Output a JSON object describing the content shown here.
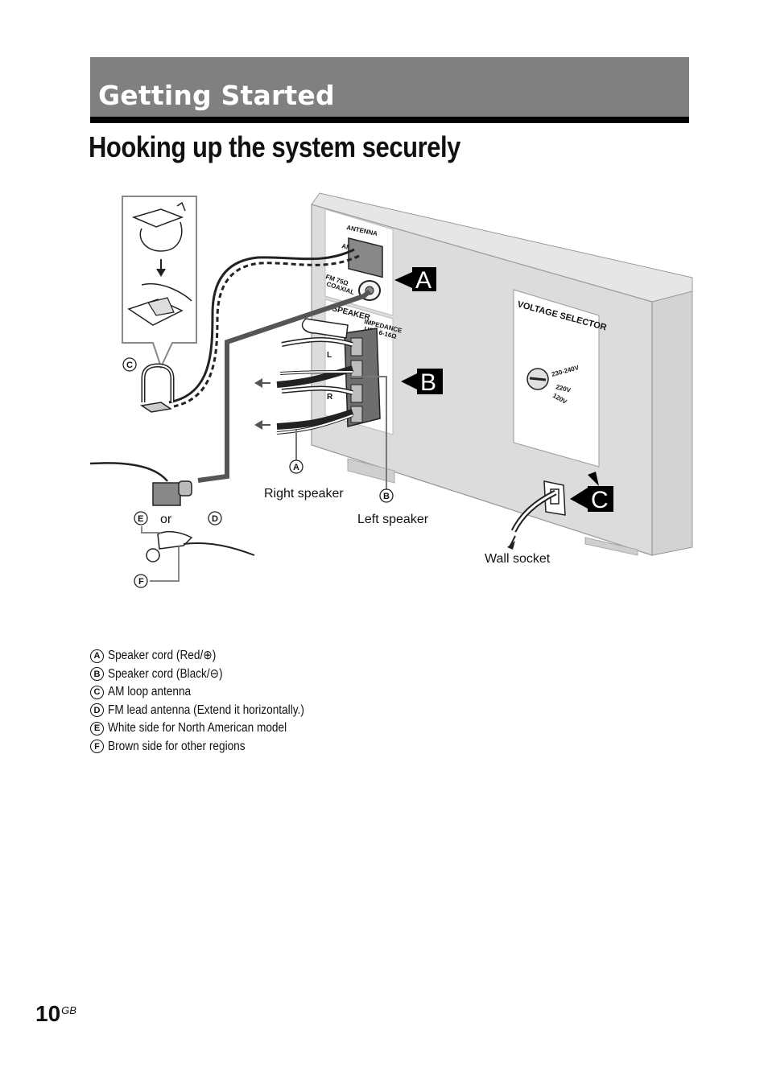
{
  "section": {
    "title": "Getting Started"
  },
  "heading": "Hooking up the system securely",
  "panel_labels": {
    "antenna": "ANTENNA",
    "am": "AM",
    "fm": "FM 75Ω",
    "coaxial": "COAXIAL",
    "speaker": "SPEAKER",
    "impedance": "IMPEDANCE",
    "impedance_value": "USE 6-16Ω",
    "l": "L",
    "r": "R",
    "voltage_selector": "VOLTAGE SELECTOR",
    "v1": "230-240V",
    "v2": "220V",
    "v3": "120V"
  },
  "step_letters": {
    "a": "A",
    "b": "B",
    "c": "C"
  },
  "callout_letters": {
    "a": "A",
    "b": "B",
    "c": "C",
    "d": "D",
    "e": "E",
    "f": "F"
  },
  "diagram_labels": {
    "right_speaker": "Right speaker",
    "left_speaker": "Left speaker",
    "wall_socket": "Wall socket",
    "or": "or"
  },
  "legend": [
    {
      "marker": "A",
      "text": "Speaker cord (Red/⊕)"
    },
    {
      "marker": "B",
      "text": "Speaker cord (Black/⊖)"
    },
    {
      "marker": "C",
      "text": "AM loop antenna"
    },
    {
      "marker": "D",
      "text": "FM lead antenna (Extend it horizontally.)"
    },
    {
      "marker": "E",
      "text": "White side for North American model"
    },
    {
      "marker": "F",
      "text": "Brown side for other regions"
    }
  ],
  "page": {
    "number": "10",
    "suffix": "GB"
  }
}
